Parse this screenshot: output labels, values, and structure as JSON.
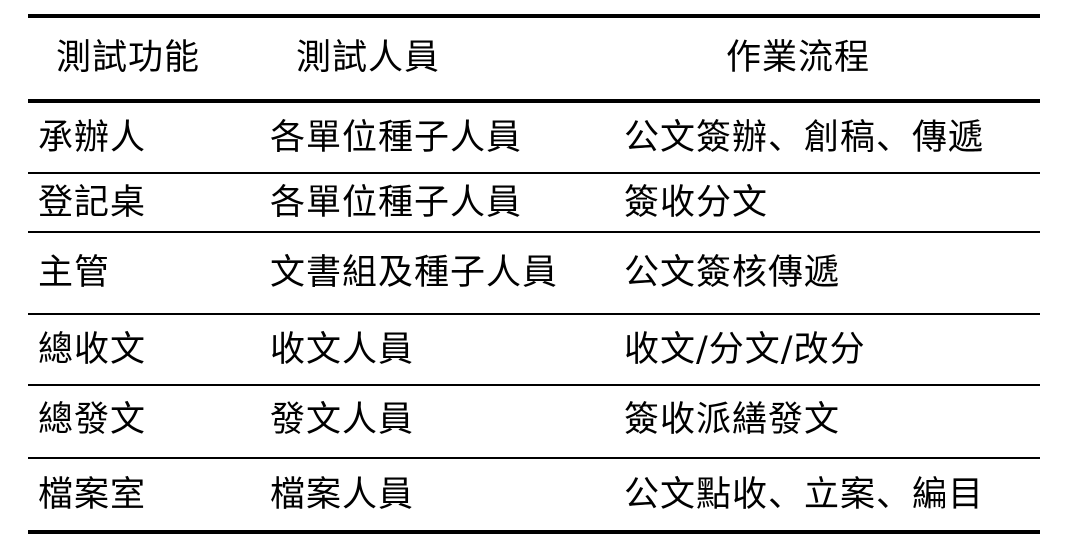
{
  "table": {
    "headers": [
      "測試功能",
      "測試人員",
      "作業流程"
    ],
    "rows": [
      [
        "承辦人",
        "各單位種子人員",
        "公文簽辦、創稿、傳遞"
      ],
      [
        "登記桌",
        "各單位種子人員",
        "簽收分文"
      ],
      [
        "主管",
        "文書組及種子人員",
        "公文簽核傳遞"
      ],
      [
        "總收文",
        "收文人員",
        "收文/分文/改分"
      ],
      [
        "總發文",
        "發文人員",
        "簽收派繕發文"
      ],
      [
        "檔案室",
        "檔案人員",
        "公文點收、立案、編目"
      ]
    ]
  }
}
